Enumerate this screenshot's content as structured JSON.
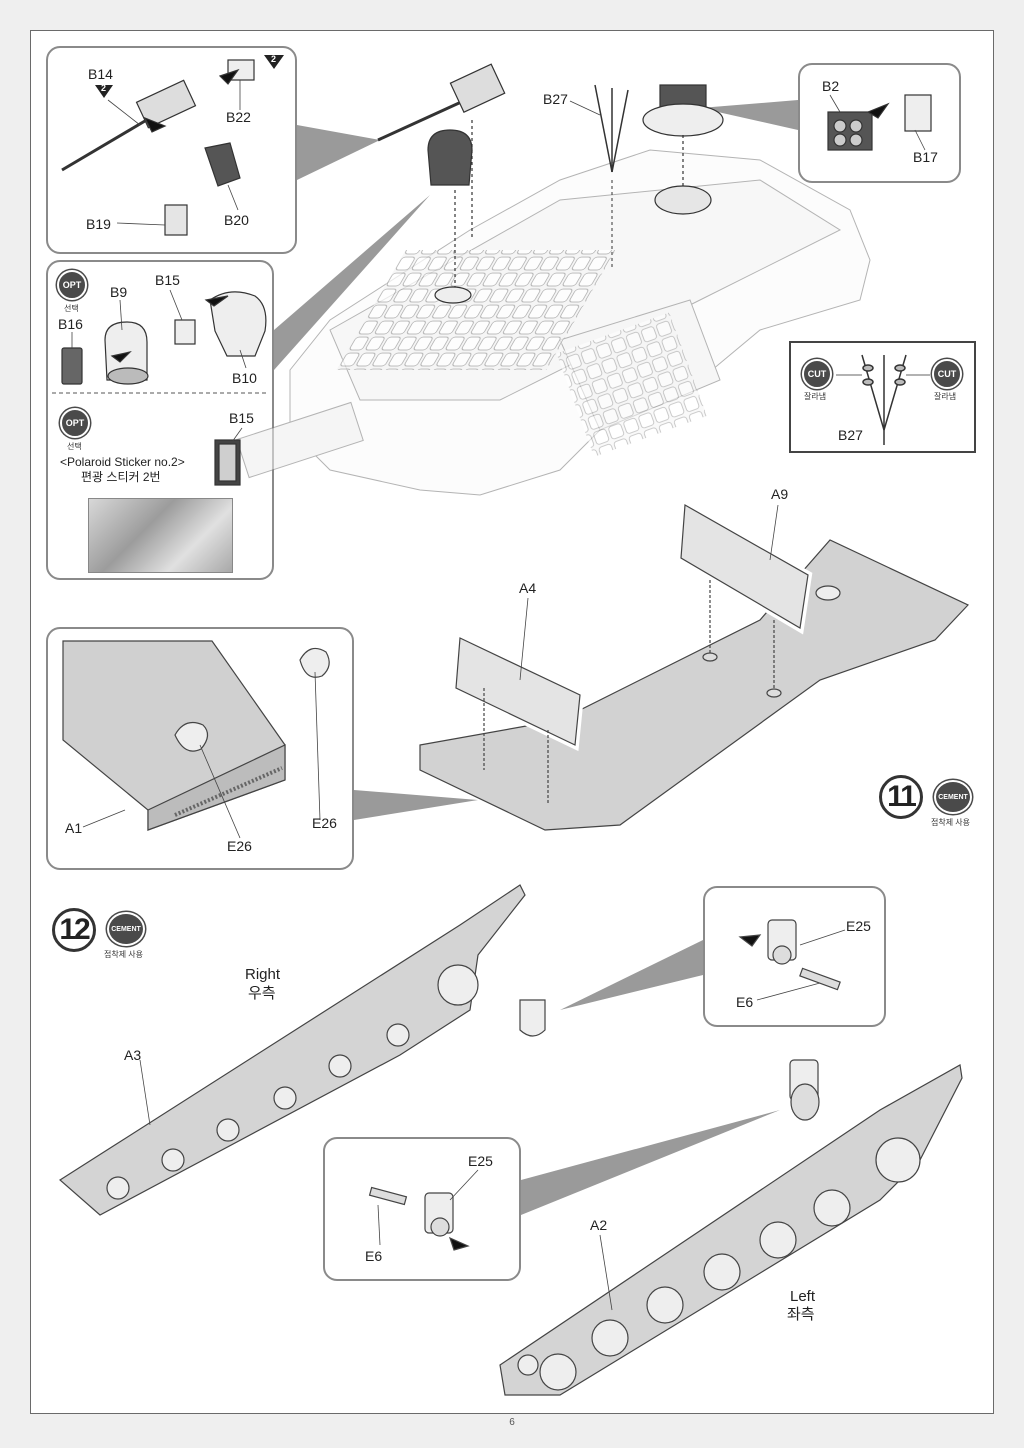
{
  "page": {
    "number": "6"
  },
  "badges": {
    "opt": "OPT",
    "cut": "CUT",
    "cement": "CEMENT"
  },
  "korean": {
    "select": "선택",
    "cut": "잘라냄",
    "use_cement": "접착제 사용"
  },
  "step11": {
    "number": "11"
  },
  "step12": {
    "number": "12"
  },
  "parts": {
    "B14": "B14",
    "B22": "B22",
    "B20": "B20",
    "B19": "B19",
    "B27": "B27",
    "B2": "B2",
    "B17": "B17",
    "B9": "B9",
    "B15": "B15",
    "B16": "B16",
    "B10": "B10",
    "A9": "A9",
    "A4": "A4",
    "A1": "A1",
    "E26": "E26",
    "E25": "E25",
    "E6": "E6",
    "A3": "A3",
    "A2": "A2"
  },
  "quantity_marks": {
    "two": "2"
  },
  "sticker": {
    "label_en": "<Polaroid Sticker no.2>",
    "label_ko": "편광 스티커 2번"
  },
  "sides": {
    "right_en": "Right",
    "right_ko": "우측",
    "left_en": "Left",
    "left_ko": "좌측"
  }
}
